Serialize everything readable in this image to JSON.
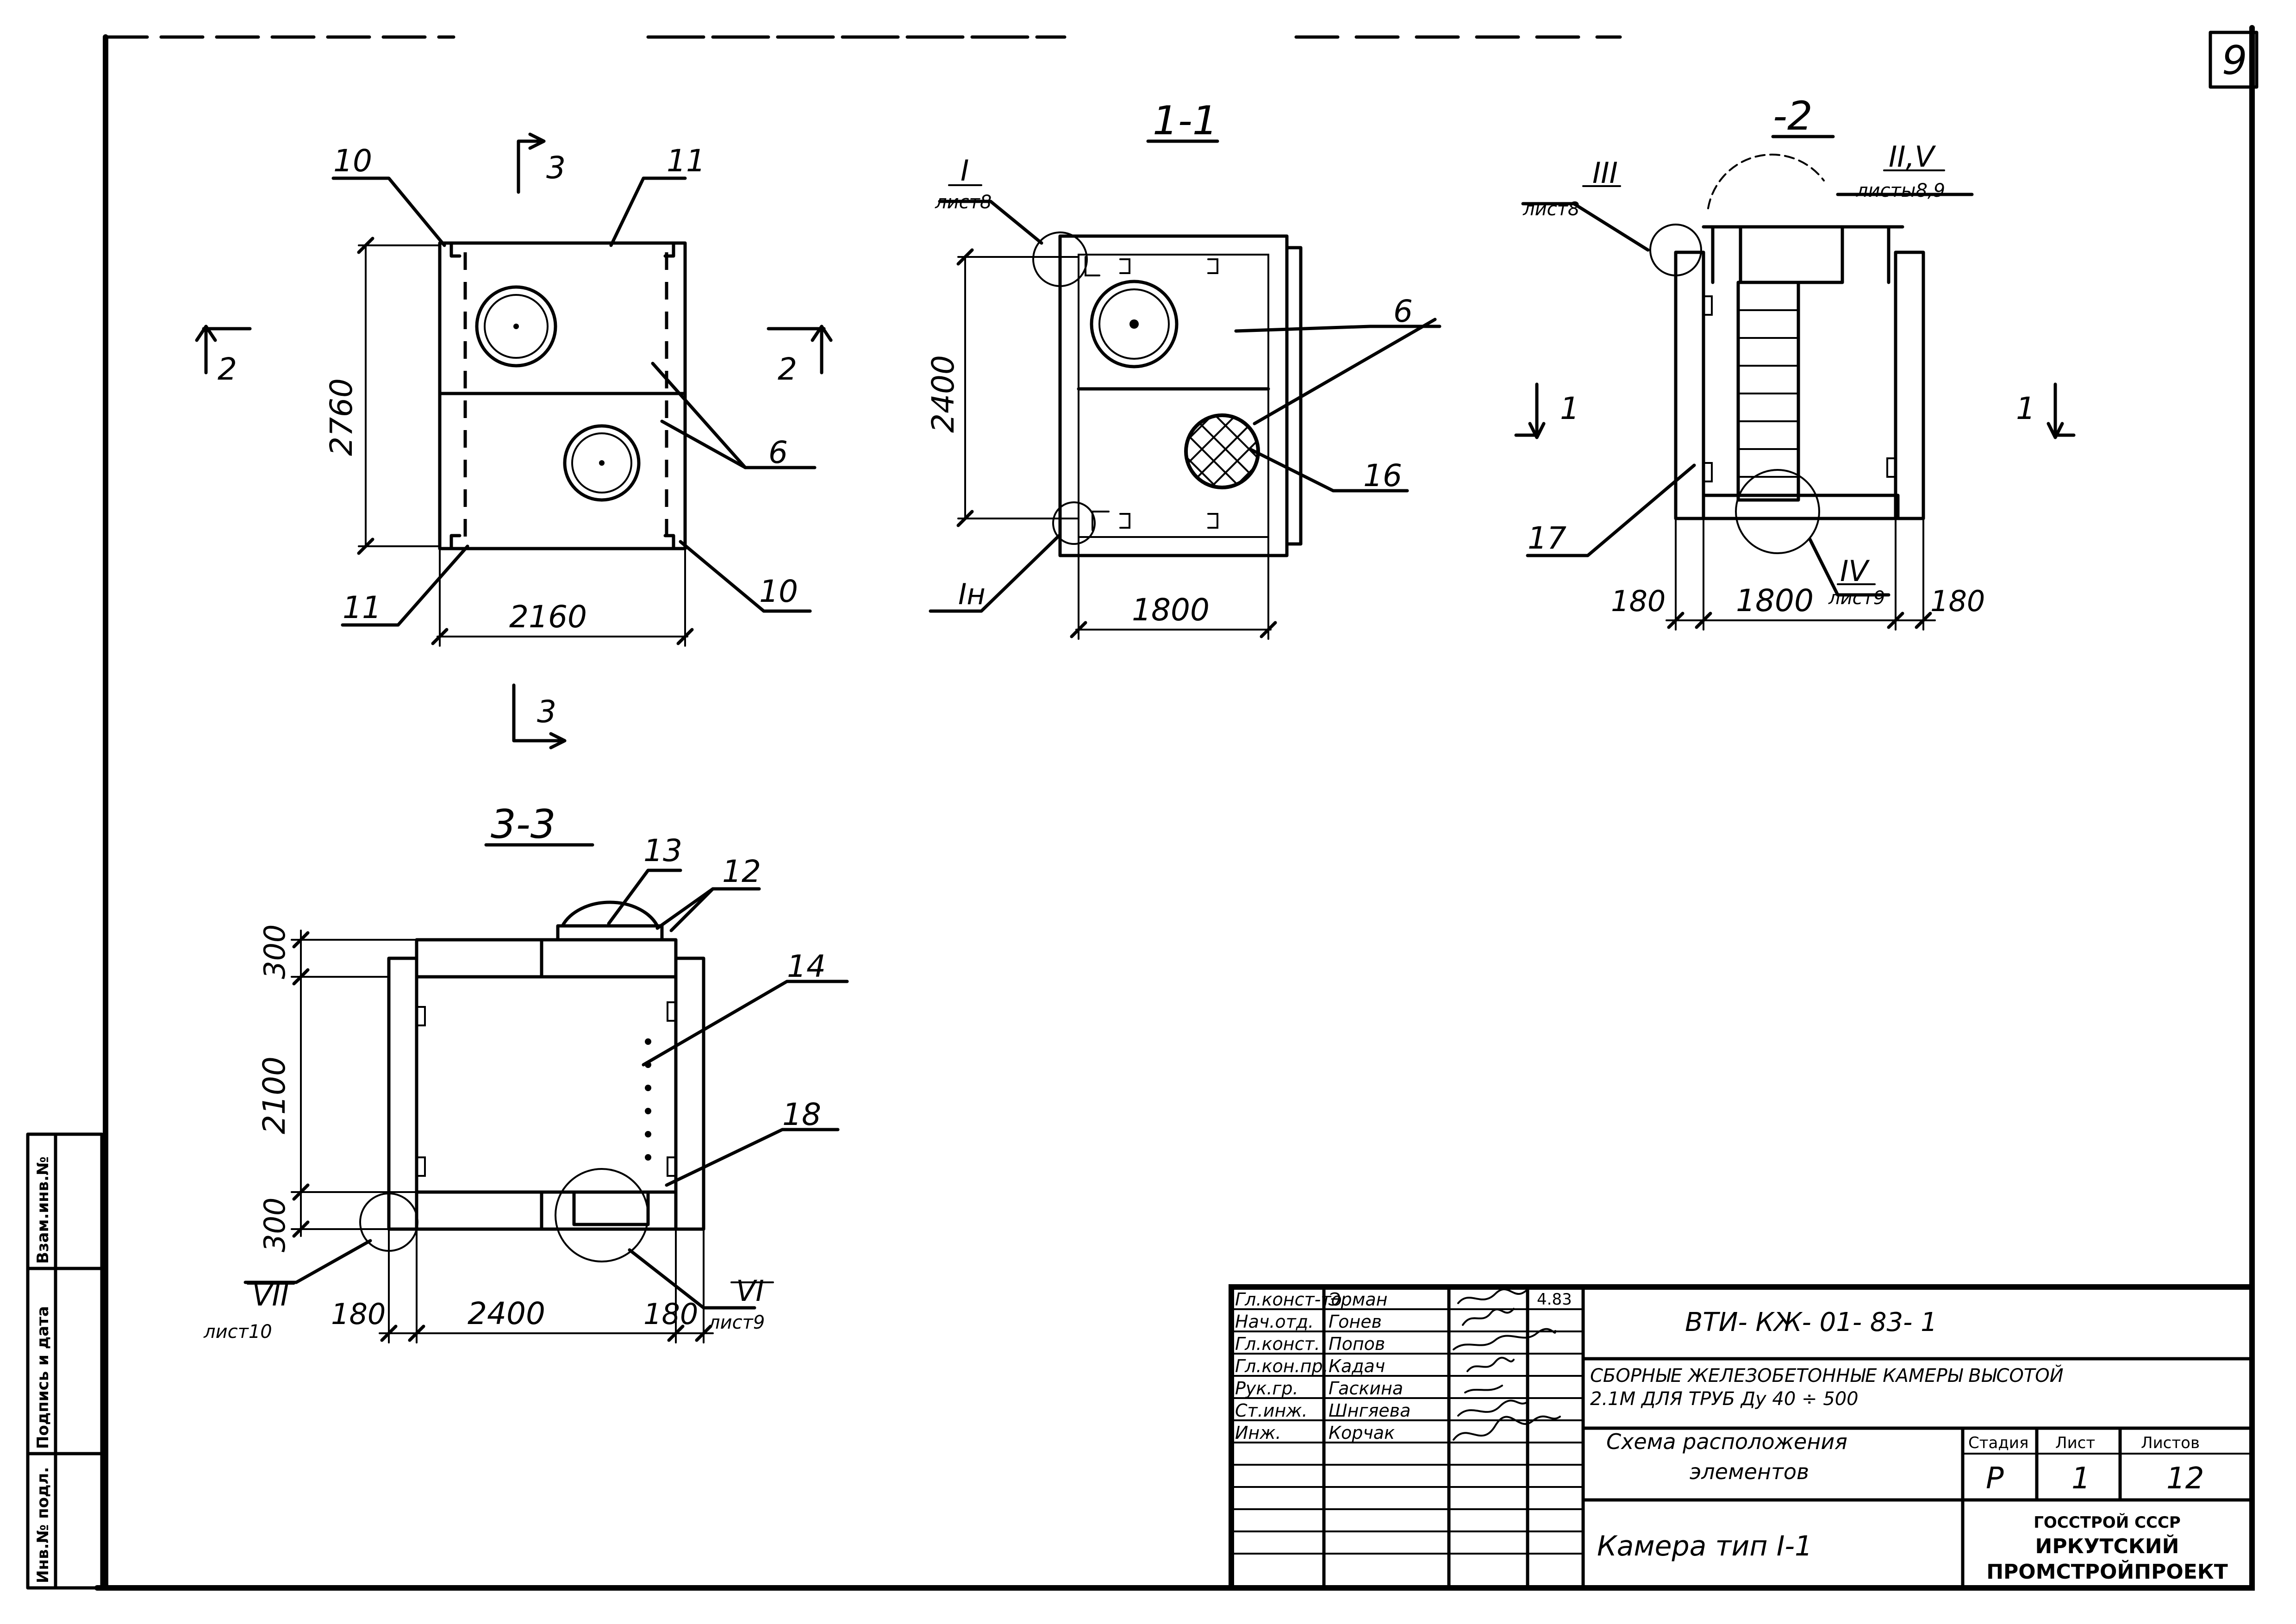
{
  "sheet_number": "9",
  "plan": {
    "dim_length": "2760",
    "dim_width": "2160",
    "section_mark_2": "2",
    "section_mark_3": "3",
    "callouts": [
      "10",
      "11",
      "6",
      "10",
      "11"
    ]
  },
  "section_1_1": {
    "title": "1-1",
    "dim_height": "2400",
    "dim_width": "1800",
    "callout_6": "6",
    "callout_16": "16",
    "detail_I": "I",
    "detail_I_sheet": "лист8",
    "detail_In": "Iн"
  },
  "section_2_2": {
    "title": "-2",
    "section_mark_1": "1",
    "detail_III": "III",
    "detail_III_sheet": "лист8",
    "detail_IIV": "II,V",
    "detail_IIV_sheet": "листы8,9",
    "detail_IV": "IV",
    "detail_IV_sheet": "лист9",
    "callout_17": "17",
    "dim_left": "180",
    "dim_mid": "1800",
    "dim_right": "180"
  },
  "section_3_3": {
    "title": "3-3",
    "dim_top": "300",
    "dim_mid": "2100",
    "dim_bottom": "300",
    "dim_left": "180",
    "dim_width": "2400",
    "dim_right": "180",
    "callout_12": "12",
    "callout_13": "13",
    "callout_14": "14",
    "callout_18": "18",
    "detail_VII": "VII",
    "detail_VII_sheet": "лист10",
    "detail_VI": "VI",
    "detail_VI_sheet": "лист9"
  },
  "side_stamp": [
    "Инв.№ подл.",
    "Подпись и дата",
    "Взам.инв.№"
  ],
  "title_block": {
    "roles": [
      "Гл.конст-то",
      "Нач.отд.",
      "Гл.конст.",
      "Гл.кон.пр.",
      "Рук.гр.",
      "Ст.инж.",
      "Инж."
    ],
    "names": [
      "Эрман",
      "Гонев",
      "Попов",
      "Кадач",
      "Гаскина",
      "Шнгяева",
      "Корчак"
    ],
    "date": "4.83",
    "doc_code": "ВТИ- КЖ- 01- 83- 1",
    "object_line1": "СБОРНЫЕ ЖЕЛЕЗОБЕТОННЫЕ КАМЕРЫ ВЫСОТОЙ",
    "object_line2": "2.1М ДЛЯ ТРУБ   Ду 40 ÷ 500",
    "sheet_title_line1": "Схема  расположения",
    "sheet_title_line2": "элементов",
    "stage_label": "Стадия",
    "sheet_label": "Лист",
    "sheets_label": "Листов",
    "stage": "Р",
    "sheet": "1",
    "sheets": "12",
    "drawing_name": "Камера  тип  I-1",
    "org_line1": "ГОССТРОЙ СССР",
    "org_line2": "ИРКУТСКИЙ",
    "org_line3": "ПРОМСТРОЙПРОЕКТ"
  }
}
